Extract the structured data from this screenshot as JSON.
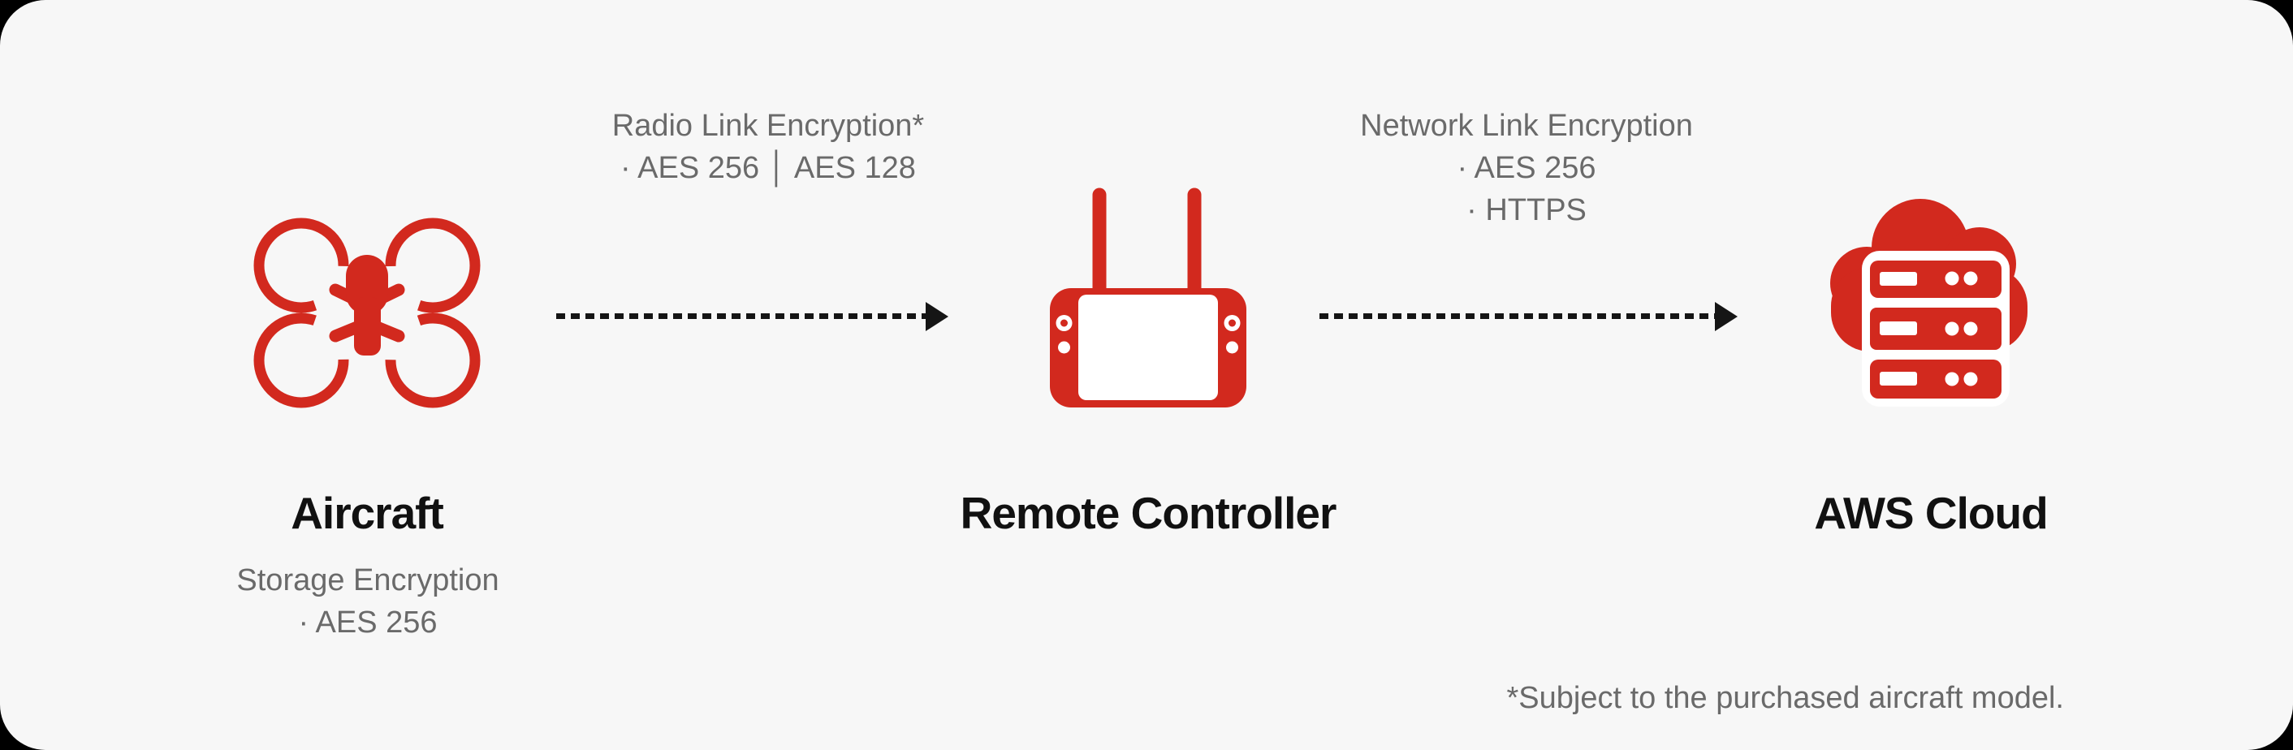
{
  "colors": {
    "page_bg": "#000000",
    "card_bg": "#f7f7f7",
    "accent_red": "#d2291e",
    "text_dark": "#111111",
    "text_gray": "#6a6a6a",
    "arrow_color": "#151515"
  },
  "nodes": {
    "aircraft": {
      "label": "Aircraft",
      "icon": "drone-icon",
      "sub_title": "Storage Encryption",
      "sub_item": "· AES 256"
    },
    "controller": {
      "label": "Remote Controller",
      "icon": "remote-controller-icon"
    },
    "cloud": {
      "label": "AWS Cloud",
      "icon": "cloud-server-icon"
    }
  },
  "links": {
    "radio": {
      "title": "Radio Link Encryption*",
      "detail": "· AES 256 │ AES 128"
    },
    "network": {
      "title": "Network Link Encryption",
      "item1": "· AES 256",
      "item2": "· HTTPS"
    }
  },
  "footnote": "*Subject to the purchased aircraft model."
}
